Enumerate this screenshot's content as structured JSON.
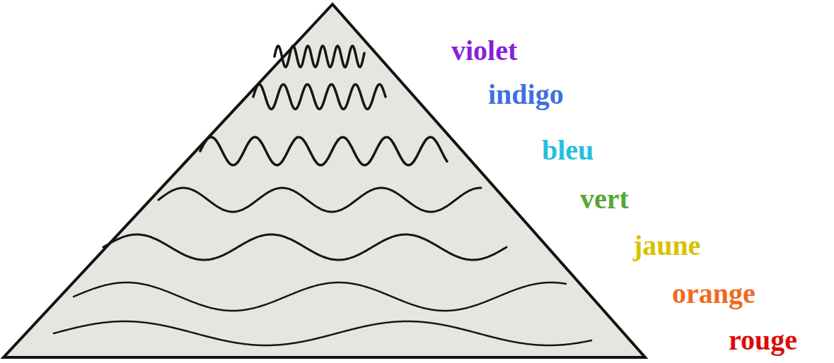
{
  "diagram": {
    "labels": [
      "violet",
      "indigo",
      "bleu",
      "vert",
      "jaune",
      "orange",
      "rouge"
    ]
  }
}
